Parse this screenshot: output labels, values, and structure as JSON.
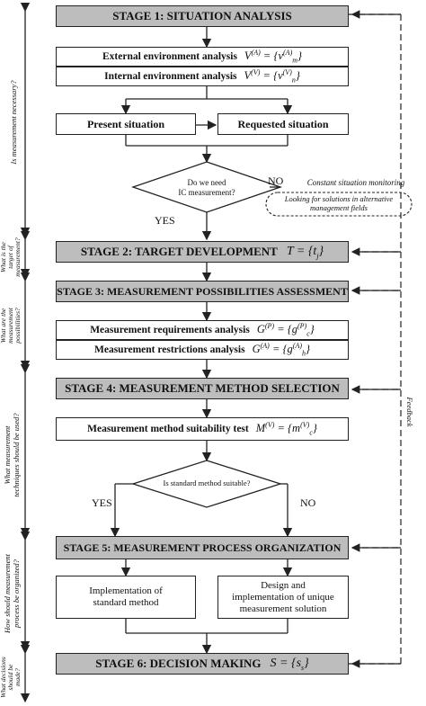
{
  "stages": {
    "s1": "STAGE 1: SITUATION ANALYSIS",
    "s2": "STAGE 2: TARGET DEVELOPMENT",
    "s3": "STAGE 3: MEASUREMENT POSSIBILITIES ASSESSMENT",
    "s4": "STAGE 4: MEASUREMENT METHOD SELECTION",
    "s5": "STAGE 5: MEASUREMENT PROCESS ORGANIZATION",
    "s6": "STAGE 6: DECISION MAKING"
  },
  "formulas": {
    "s2": "T = {t",
    "s2_sub": "j",
    "s6": "S = {s",
    "s6_sub": "s",
    "ext": {
      "pre": "V",
      "pre_sup": "(A)",
      "mid": " = {v",
      "mid_sup": "(A)",
      "sub": "m",
      "end": "}"
    },
    "int": {
      "pre": "V",
      "pre_sup": "(V)",
      "mid": " = {v",
      "mid_sup": "(V)",
      "sub": "n",
      "end": "}"
    },
    "req": {
      "pre": "G",
      "pre_sup": "(P)",
      "mid": " = {g",
      "mid_sup": "(P)",
      "sub": "c",
      "end": "}"
    },
    "res": {
      "pre": "G",
      "pre_sup": "(A)",
      "mid": " = {g",
      "mid_sup": "(A)",
      "sub": "h",
      "end": "}"
    },
    "test": {
      "pre": "M",
      "pre_sup": "(V)",
      "mid": " = {m",
      "mid_sup": "(V)",
      "sub": "c",
      "end": "}"
    }
  },
  "boxes": {
    "ext": "External environment analysis",
    "int": "Internal environment analysis",
    "present": "Present situation",
    "requested": "Requested situation",
    "req": "Measurement requirements analysis",
    "res": "Measurement restrictions analysis",
    "test": "Measurement method suitability test",
    "impl_line1": "Implementation of",
    "impl_line2": "standard method",
    "design_line1": "Design and",
    "design_line2": "implementation of unique",
    "design_line3": "measurement solution"
  },
  "decisions": {
    "d1_line1": "Do we need",
    "d1_line2": "IC measurement?",
    "d2": "Is standard method suitable?"
  },
  "labels": {
    "no1": "NO",
    "yes1": "YES",
    "yes2": "YES",
    "no2": "NO",
    "constant": "Constant situation monitoring",
    "looking_line1": "Looking for solutions in alternative",
    "looking_line2": "management fields",
    "feedback": "Feedback"
  },
  "side_questions": {
    "q1": "Is measurement necessary?",
    "q2_line1": "What is the",
    "q2_line2": "target of",
    "q2_line3": "measurement?",
    "q3_line1": "What are the",
    "q3_line2": "measurement",
    "q3_line3": "possibilities?",
    "q4_line1": "What measurement",
    "q4_line2": "techniques should be used?",
    "q5_line1": "How should measurement",
    "q5_line2": "process be organized?",
    "q6_line1": "What decisions",
    "q6_line2": "should be",
    "q6_line3": "made?"
  }
}
